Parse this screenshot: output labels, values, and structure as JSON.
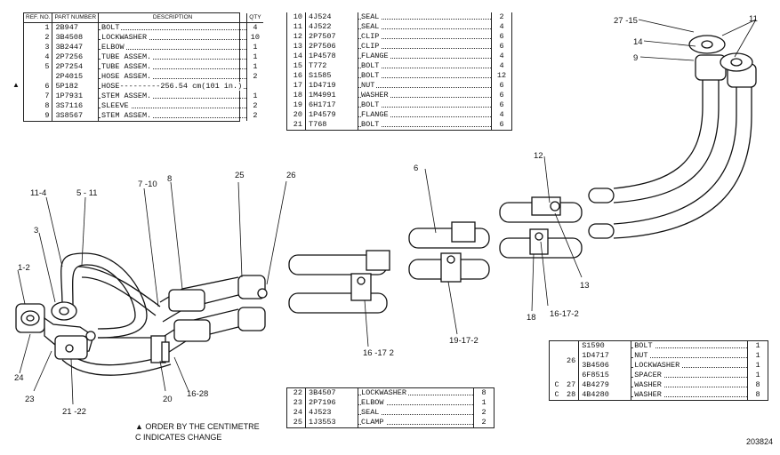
{
  "table_a": {
    "headers": {
      "ref": "REF. NO.",
      "part": "PART NUMBER",
      "desc": "DESCRIPTION",
      "qty": "QTY"
    },
    "rows": [
      {
        "mark": "",
        "ref": "1",
        "part": "2B947",
        "desc": "BOLT",
        "qty": "4"
      },
      {
        "mark": "",
        "ref": "2",
        "part": "3B4508",
        "desc": "LOCKWASHER",
        "qty": "10"
      },
      {
        "mark": "",
        "ref": "3",
        "part": "3B2447",
        "desc": "ELBOW",
        "qty": "1"
      },
      {
        "mark": "",
        "ref": "4",
        "part": "2P7256",
        "desc": "TUBE ASSEM.",
        "qty": "1"
      },
      {
        "mark": "",
        "ref": "5",
        "part": "2P7254",
        "desc": "TUBE ASSEM.",
        "qty": "1"
      },
      {
        "mark": "",
        "ref": "",
        "part": "2P4015",
        "desc": "HOSE ASSEM.",
        "qty": "2"
      },
      {
        "mark": "▲",
        "ref": "6",
        "part": "5P182",
        "desc": "HOSE---------256.54 cm(101 in.)",
        "qty": ""
      },
      {
        "mark": "",
        "ref": "7",
        "part": "1P7931",
        "desc": "STEM ASSEM.",
        "qty": "1"
      },
      {
        "mark": "",
        "ref": "8",
        "part": "3S7116",
        "desc": "SLEEVE",
        "qty": "2"
      },
      {
        "mark": "",
        "ref": "9",
        "part": "3S8567",
        "desc": "STEM ASSEM.",
        "qty": "2"
      }
    ]
  },
  "table_b": {
    "rows": [
      {
        "ref": "10",
        "part": "4J524",
        "desc": "SEAL",
        "qty": "2"
      },
      {
        "ref": "11",
        "part": "4J522",
        "desc": "SEAL",
        "qty": "4"
      },
      {
        "ref": "12",
        "part": "2P7507",
        "desc": "CLIP",
        "qty": "6"
      },
      {
        "ref": "13",
        "part": "2P7506",
        "desc": "CLIP",
        "qty": "6"
      },
      {
        "ref": "14",
        "part": "1P4578",
        "desc": "FLANGE",
        "qty": "4"
      },
      {
        "ref": "15",
        "part": "T772",
        "desc": "BOLT",
        "qty": "4"
      },
      {
        "ref": "16",
        "part": "S1585",
        "desc": "BOLT",
        "qty": "12"
      },
      {
        "ref": "17",
        "part": "1D4719",
        "desc": "NUT",
        "qty": "6"
      },
      {
        "ref": "18",
        "part": "1M4991",
        "desc": "WASHER",
        "qty": "6"
      },
      {
        "ref": "19",
        "part": "6H1717",
        "desc": "BOLT",
        "qty": "6"
      },
      {
        "ref": "20",
        "part": "1P4579",
        "desc": "FLANGE",
        "qty": "4"
      },
      {
        "ref": "21",
        "part": "T768",
        "desc": "BOLT",
        "qty": "6"
      }
    ]
  },
  "table_c": {
    "rows": [
      {
        "ref": "22",
        "part": "3B4507",
        "desc": "LOCKWASHER",
        "qty": "8"
      },
      {
        "ref": "23",
        "part": "2P7196",
        "desc": "ELBOW",
        "qty": "1"
      },
      {
        "ref": "24",
        "part": "4J523",
        "desc": "SEAL",
        "qty": "2"
      },
      {
        "ref": "25",
        "part": "1J3553",
        "desc": "CLAMP",
        "qty": "2"
      }
    ]
  },
  "table_d": {
    "group_ref": "26",
    "rows": [
      {
        "chg": "",
        "ref": "",
        "part": "S1590",
        "desc": "BOLT",
        "qty": "1"
      },
      {
        "chg": "",
        "ref": "",
        "part": "1D4717",
        "desc": "NUT",
        "qty": "1"
      },
      {
        "chg": "",
        "ref": "",
        "part": "3B4506",
        "desc": "LOCKWASHER",
        "qty": "1"
      },
      {
        "chg": "",
        "ref": "",
        "part": "6F8515",
        "desc": "SPACER",
        "qty": "1"
      },
      {
        "chg": "C",
        "ref": "27",
        "part": "4B4279",
        "desc": "WASHER",
        "qty": "8"
      },
      {
        "chg": "C",
        "ref": "28",
        "part": "4B4280",
        "desc": "WASHER",
        "qty": "8"
      }
    ]
  },
  "notes": {
    "order_note": "▲ ORDER BY THE CENTIMETRE",
    "change_note": "C INDICATES CHANGE"
  },
  "figure_number": "203824",
  "callouts": [
    {
      "id": "c-27-15",
      "text": "27 -15"
    },
    {
      "id": "c-11a",
      "text": "11"
    },
    {
      "id": "c-14",
      "text": "14"
    },
    {
      "id": "c-9",
      "text": "9"
    },
    {
      "id": "c-12",
      "text": "12"
    },
    {
      "id": "c-6",
      "text": "6"
    },
    {
      "id": "c-26",
      "text": "26"
    },
    {
      "id": "c-25",
      "text": "25"
    },
    {
      "id": "c-8",
      "text": "8"
    },
    {
      "id": "c-7-10",
      "text": "7 -10"
    },
    {
      "id": "c-5-11",
      "text": "5 - 11"
    },
    {
      "id": "c-11-4",
      "text": "11-4"
    },
    {
      "id": "c-3",
      "text": "3"
    },
    {
      "id": "c-1-2",
      "text": "1-2"
    },
    {
      "id": "c-24",
      "text": "24"
    },
    {
      "id": "c-23",
      "text": "23"
    },
    {
      "id": "c-21-22",
      "text": "21 -22"
    },
    {
      "id": "c-20",
      "text": "20"
    },
    {
      "id": "c-16-28",
      "text": "16-28"
    },
    {
      "id": "c-16-17-2a",
      "text": "16 -17 2"
    },
    {
      "id": "c-19-17-2",
      "text": "19-17-2"
    },
    {
      "id": "c-18",
      "text": "18"
    },
    {
      "id": "c-16-17-2b",
      "text": "16-17-2"
    },
    {
      "id": "c-13",
      "text": "13"
    }
  ]
}
